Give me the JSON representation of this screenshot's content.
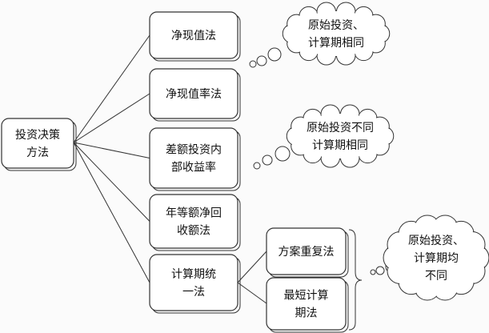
{
  "root": {
    "lines": [
      "投资决策",
      "方法"
    ]
  },
  "methods": [
    {
      "lines": [
        "净现值法"
      ]
    },
    {
      "lines": [
        "净现值率法"
      ]
    },
    {
      "lines": [
        "差额投资内",
        "部收益率"
      ]
    },
    {
      "lines": [
        "年等额净回",
        "收额法"
      ]
    },
    {
      "lines": [
        "计算期统",
        "一法"
      ]
    }
  ],
  "sub_methods": [
    {
      "lines": [
        "方案重复法"
      ]
    },
    {
      "lines": [
        "最短计算",
        "期法"
      ]
    }
  ],
  "clouds": [
    {
      "lines": [
        "原始投资、",
        "计算期相同"
      ]
    },
    {
      "lines": [
        "原始投资不同",
        "计算期相同"
      ]
    },
    {
      "lines": [
        "原始投资、",
        "计算期均",
        "不同"
      ]
    }
  ]
}
